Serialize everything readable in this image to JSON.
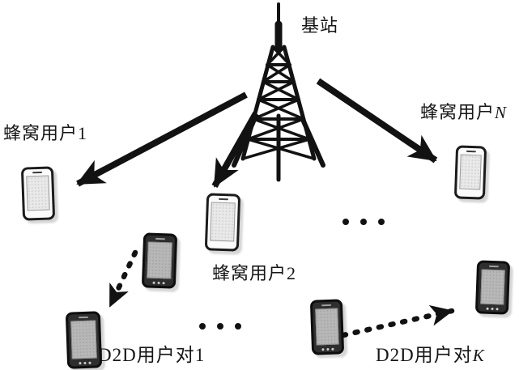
{
  "diagram": {
    "base_station": {
      "label": "基站"
    },
    "cellular_users": {
      "user1": {
        "prefix": "蜂窝用户",
        "suffix": "1"
      },
      "user2": {
        "prefix": "蜂窝用户",
        "suffix": "2"
      },
      "userN": {
        "prefix": "蜂窝用户",
        "suffix": "N"
      }
    },
    "d2d_pairs": {
      "pair1": {
        "prefix": "D2D用户对",
        "suffix": "1"
      },
      "pairK": {
        "prefix": "D2D用户对",
        "suffix": "K"
      }
    },
    "colors": {
      "background": "#ffffff",
      "ink": "#121212",
      "light_phone_screen": "#e9e9e9",
      "dark_phone_screen": "#b7b7b7",
      "dark_phone_bezel": "#2e2e2e"
    }
  }
}
